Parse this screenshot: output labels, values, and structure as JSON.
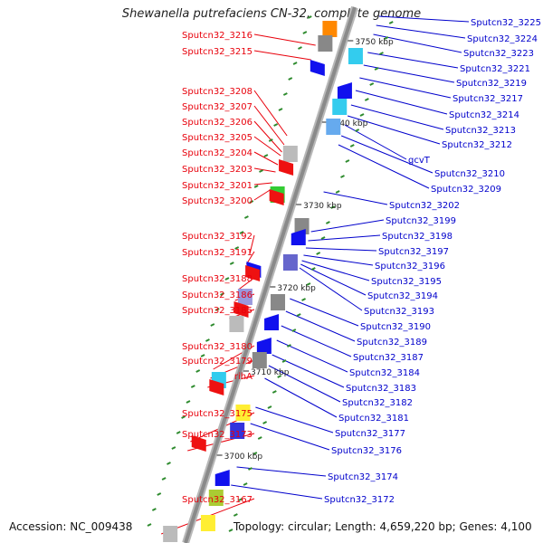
{
  "title": "Shewanella putrefaciens CN-32, complete genome",
  "accession_text": "Accession: NC_009438",
  "summary_text": "Topology: circular; Length: 4,659,220 bp; Genes: 4,100",
  "colors": {
    "left_label": "#e8000b",
    "right_label": "#0000cc",
    "backbone": "#8a8a8a",
    "tick": "#2e8b2e",
    "minus_gene": "#ee1111",
    "plus_gene": "#1111ee"
  },
  "kbp_markers": [
    "3750 kbp",
    "3740 kbp",
    "3730 kbp",
    "3720 kbp",
    "3710 kbp",
    "3700 kbp"
  ],
  "left_genes": [
    "Sputcn32_3216",
    "Sputcn32_3215",
    "Sputcn32_3208",
    "Sputcn32_3207",
    "Sputcn32_3206",
    "Sputcn32_3205",
    "Sputcn32_3204",
    "Sputcn32_3203",
    "Sputcn32_3201",
    "Sputcn32_3200",
    "Sputcn32_3192",
    "Sputcn32_3191",
    "Sputcn32_3188",
    "Sputcn32_3186",
    "Sputcn32_3185",
    "Sputcn32_3180",
    "Sputcn32_3179",
    "rihA",
    "Sputcn32_3175",
    "Sputcn32_3173",
    "Sputcn32_3167"
  ],
  "right_genes": [
    "Sputcn32_3225",
    "Sputcn32_3224",
    "Sputcn32_3223",
    "Sputcn32_3221",
    "Sputcn32_3219",
    "Sputcn32_3217",
    "Sputcn32_3214",
    "Sputcn32_3213",
    "Sputcn32_3212",
    "gcvT",
    "Sputcn32_3210",
    "Sputcn32_3209",
    "Sputcn32_3202",
    "Sputcn32_3199",
    "Sputcn32_3198",
    "Sputcn32_3197",
    "Sputcn32_3196",
    "Sputcn32_3195",
    "Sputcn32_3194",
    "Sputcn32_3193",
    "Sputcn32_3190",
    "Sputcn32_3189",
    "Sputcn32_3187",
    "Sputcn32_3184",
    "Sputcn32_3183",
    "Sputcn32_3182",
    "Sputcn32_3181",
    "Sputcn32_3177",
    "Sputcn32_3176",
    "Sputcn32_3174",
    "Sputcn32_3172"
  ]
}
